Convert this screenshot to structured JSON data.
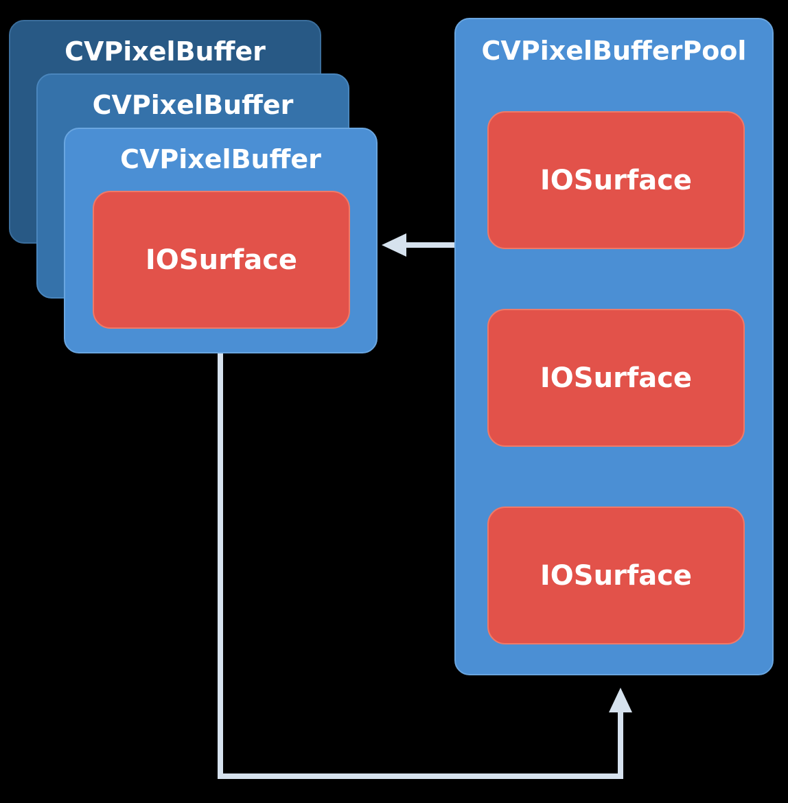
{
  "colors": {
    "background": "#000000",
    "buffer_back": "#285985",
    "buffer_mid": "#3572aa",
    "buffer_front": "#4b8fd4",
    "pool": "#4b8fd4",
    "surface": "#e2524a",
    "arrow": "#d6e2ee"
  },
  "buffers": [
    {
      "label": "CVPixelBuffer"
    },
    {
      "label": "CVPixelBuffer"
    },
    {
      "label": "CVPixelBuffer",
      "surface": "IOSurface"
    }
  ],
  "pool": {
    "label": "CVPixelBufferPool",
    "surfaces": [
      "IOSurface",
      "IOSurface",
      "IOSurface"
    ]
  }
}
